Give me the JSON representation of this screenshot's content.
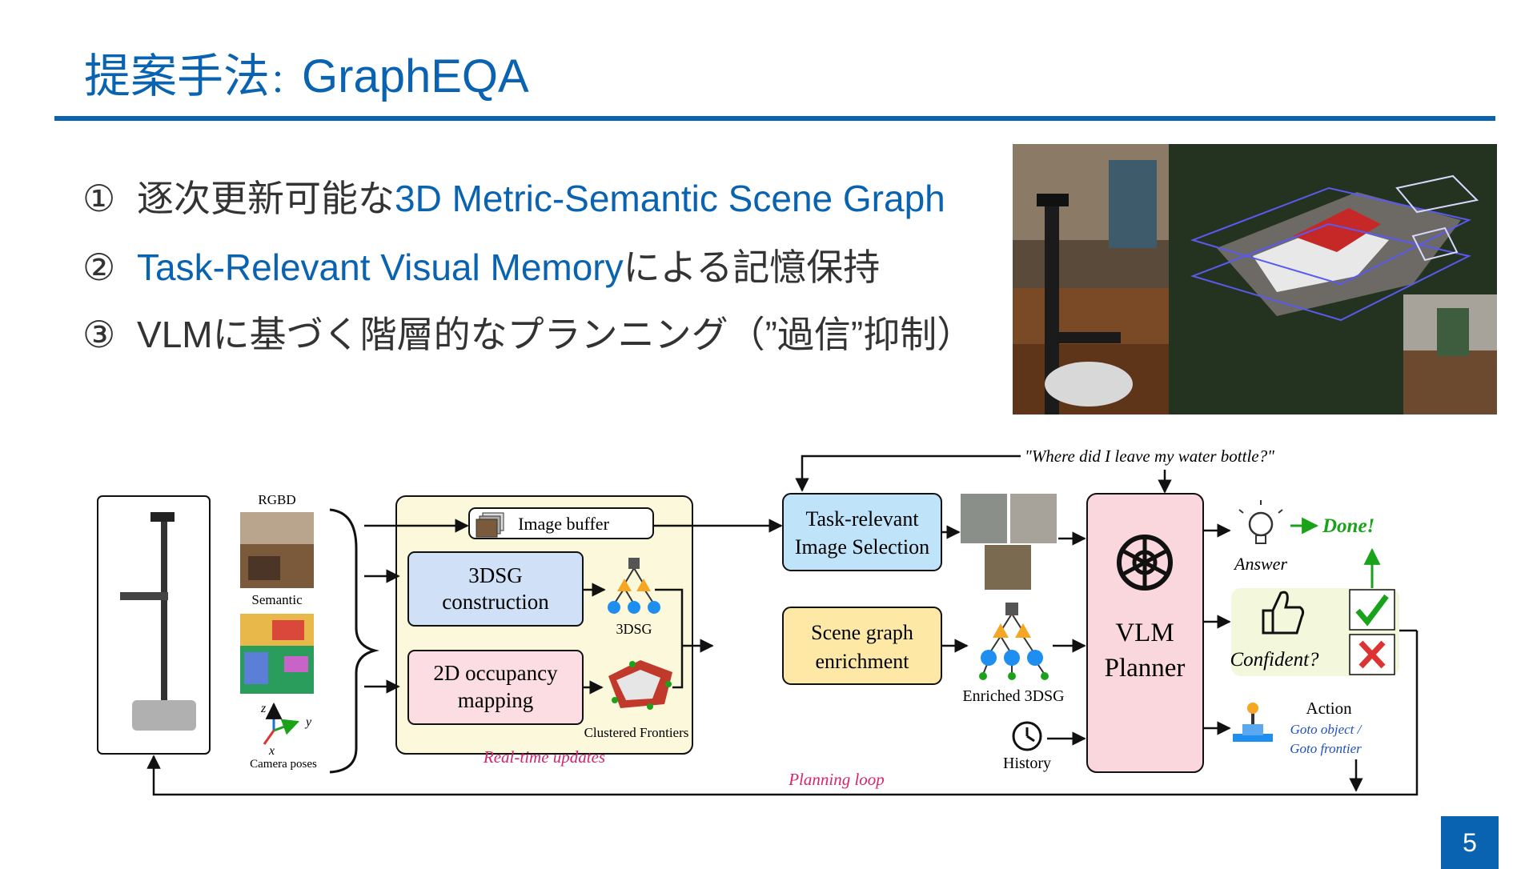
{
  "title": {
    "prefix": "提案手法",
    "sep": "：",
    "name": "GraphEQA"
  },
  "bullets": [
    {
      "num": "①",
      "pre": "逐次更新可能な",
      "highlight": "3D Metric-Semantic Scene Graph",
      "post": ""
    },
    {
      "num": "②",
      "pre": "",
      "highlight": "Task-Relevant Visual Memory",
      "post": "による記憶保持"
    },
    {
      "num": "③",
      "pre": "VLMに基づく階層的なプランニング（”過信”抑制）",
      "highlight": "",
      "post": ""
    }
  ],
  "page_number": "5",
  "colors": {
    "accent": "#0a63b0",
    "realtime_bg": "#fbf8dc",
    "planner_bg": "#fad7dc",
    "selection_bg": "#bfe3f8",
    "enrichment_bg": "#fde8a6",
    "dsg_bg": "#cfe0f7",
    "occupancy_bg": "#fbdde3",
    "loop_label": "#d6246e"
  },
  "diagram": {
    "query": "\"Where did I leave my water bottle?\"",
    "inputs": {
      "rgbd": "RGBD",
      "semantic": "Semantic",
      "camera_poses": "Camera poses",
      "axis_z": "z",
      "axis_y": "y",
      "axis_x": "x"
    },
    "realtime": {
      "image_buffer": "Image buffer",
      "dsg_construction_l1": "3DSG",
      "dsg_construction_l2": "construction",
      "dsg_label": "3DSG",
      "occupancy_l1": "2D occupancy",
      "occupancy_l2": "mapping",
      "frontiers_label": "Clustered Frontiers",
      "footer": "Real-time updates"
    },
    "selection_l1": "Task-relevant",
    "selection_l2": "Image Selection",
    "enrichment_l1": "Scene graph",
    "enrichment_l2": "enrichment",
    "enriched_label": "Enriched 3DSG",
    "history_label": "History",
    "planner_l1": "VLM",
    "planner_l2": "Planner",
    "answer_label": "Answer",
    "done_label": "Done!",
    "confident_label": "Confident?",
    "action_label": "Action",
    "action_sub_l1": "Goto object /",
    "action_sub_l2": "Goto frontier",
    "planning_loop": "Planning loop"
  }
}
